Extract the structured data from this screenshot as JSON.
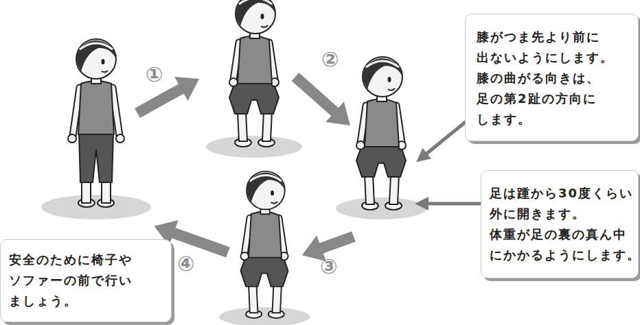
{
  "diagram": {
    "nodes": [
      {
        "text": [
          "膝がつま先より前に 出ないようにします。 膝の曲がる向きは、 足の第2趾の方向に します。"
        ]
      },
      {
        "text": [
          "足は踵から30度くらい 外に開きます。 体重が足の裏の真ん中 にかかるようにします。"
        ]
      },
      {
        "text": [
          "安全のために椅子や ソファーの前で行い ましょう。"
        ]
      }
    ],
    "labels": [
      "①",
      "②",
      "③",
      "④"
    ]
  }
}
